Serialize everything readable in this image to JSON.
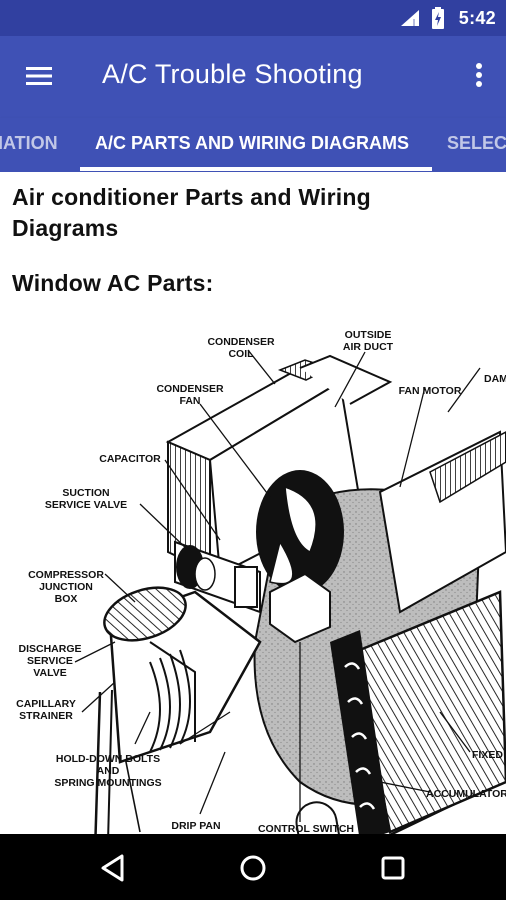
{
  "status_bar": {
    "time": "5:42",
    "icons": [
      "signal-icon",
      "battery-icon"
    ]
  },
  "app_bar": {
    "title": "A/C Trouble Shooting",
    "menu_icon": "hamburger-menu-icon",
    "overflow_icon": "more-vert-icon"
  },
  "tabs": [
    {
      "label": "IATION",
      "active": false
    },
    {
      "label": "A/C PARTS AND WIRING DIAGRAMS",
      "active": true
    },
    {
      "label": "SELECT",
      "active": false
    }
  ],
  "content": {
    "heading": "Air conditioner Parts and Wiring Diagrams",
    "subheading": "Window AC Parts:",
    "diagram_labels": {
      "condenser_coil": [
        "CONDENSER",
        "COIL"
      ],
      "outside_air_duct": [
        "OUTSIDE",
        "AIR DUCT"
      ],
      "damper": [
        "DAM"
      ],
      "fan_motor": [
        "FAN MOTOR"
      ],
      "condenser_fan": [
        "CONDENSER",
        "FAN"
      ],
      "capacitor": [
        "CAPACITOR"
      ],
      "suction_valve": [
        "SUCTION",
        "SERVICE VALVE"
      ],
      "compressor_junction": [
        "COMPRESSOR",
        "JUNCTION",
        "BOX"
      ],
      "discharge_valve": [
        "DISCHARGE",
        "SERVICE",
        "VALVE"
      ],
      "capillary_strainer": [
        "CAPILLARY",
        "STRAINER"
      ],
      "hold_down_bolts": [
        "HOLD-DOWN BOLTS",
        "AND",
        "SPRING MOUNTINGS"
      ],
      "fixed": [
        "FIXED A"
      ],
      "accumulator": [
        "ACCUMULATOR"
      ],
      "drip_pan": [
        "DRIP PAN"
      ],
      "control_switch": [
        "CONTROL SWITCH"
      ]
    }
  },
  "nav_bar": {
    "back_icon": "back-triangle-icon",
    "home_icon": "home-circle-icon",
    "recents_icon": "recents-square-icon"
  },
  "colors": {
    "primary": "#3f51b5",
    "primary_dark": "#3140a0",
    "nav_bar": "#000000"
  }
}
